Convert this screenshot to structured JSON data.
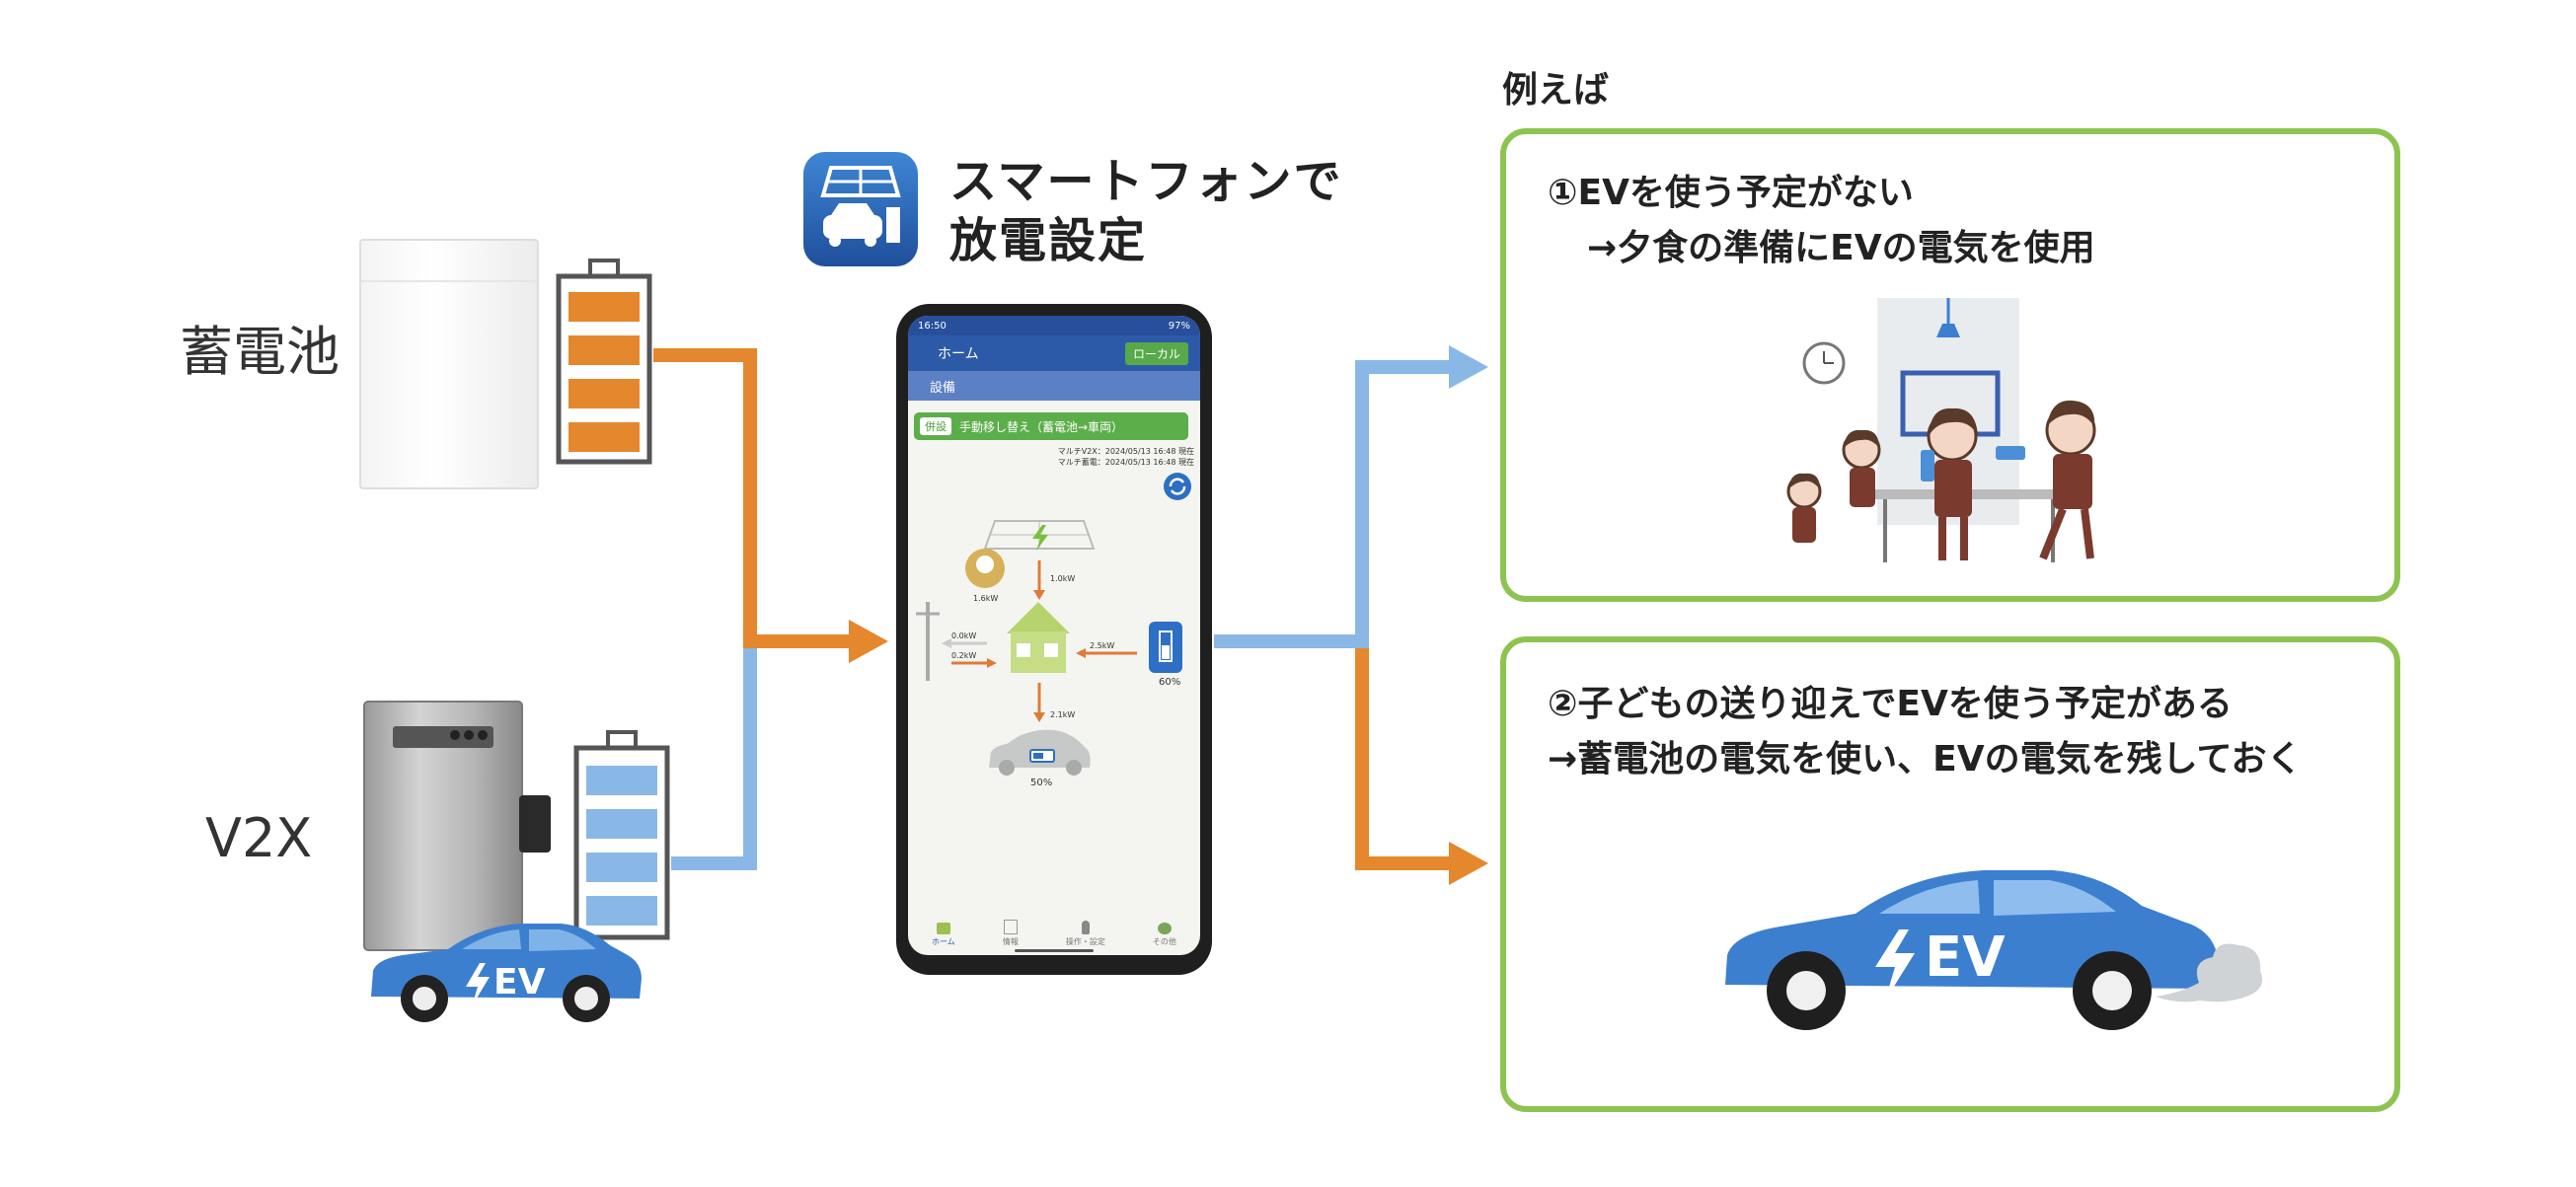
{
  "left": {
    "battery_label": "蓄電池",
    "v2x_label": "V2X",
    "car_badge": "EV"
  },
  "app": {
    "title_line1": "スマートフォンで",
    "title_line2": "放電設定"
  },
  "phone": {
    "status_time": "16:50",
    "status_battery": "97%",
    "appbar_title": "ホーム",
    "local_button": "ローカル",
    "section_label": "設備",
    "mode_tag": "併設",
    "mode_text": "手動移し替え（蓄電池→車両）",
    "timestamp1": "マルチV2X：2024/05/13 16:48 現在",
    "timestamp2": "マルチ蓄電：2024/05/13 16:48 現在",
    "flows": {
      "solar_kw": "1.0kW",
      "light_kw": "1.6kW",
      "grid_out_kw": "0.0kW",
      "grid_in_kw": "0.2kW",
      "battery_kw": "2.5kW",
      "battery_pct": "60%",
      "car_kw": "2.1kW",
      "car_pct": "50%"
    },
    "nav": [
      "ホーム",
      "情報",
      "操作・設定",
      "その他"
    ]
  },
  "examples": {
    "heading": "例えば",
    "case1_line1": "①EVを使う予定がない",
    "case1_line2": "→夕食の準備にEVの電気を使用",
    "case2_line1": "②子どもの送り迎えでEVを使う予定がある",
    "case2_line2": "→蓄電池の電気を使い、EVの電気を残しておく",
    "car_badge": "EV"
  },
  "colors": {
    "orange": "#e5872c",
    "light_blue": "#8ab8e6",
    "green_border": "#8dc450",
    "ev_blue": "#3d7fcf"
  }
}
